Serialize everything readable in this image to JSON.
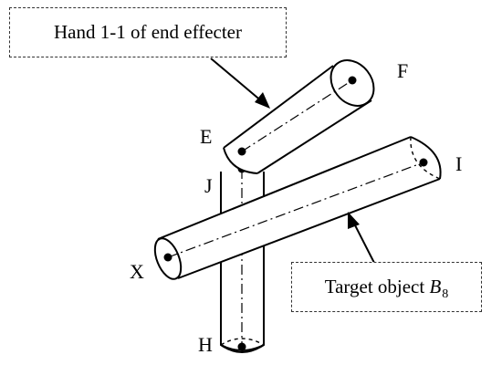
{
  "callouts": {
    "hand": "Hand 1-1 of end effecter",
    "target_prefix": "Target object ",
    "target_symbol": "B",
    "target_subscript": "8"
  },
  "points": {
    "F": "F",
    "E": "E",
    "J": "J",
    "I": "I",
    "X": "X",
    "H": "H"
  },
  "colors": {
    "stroke": "#000000",
    "background": "#ffffff"
  }
}
